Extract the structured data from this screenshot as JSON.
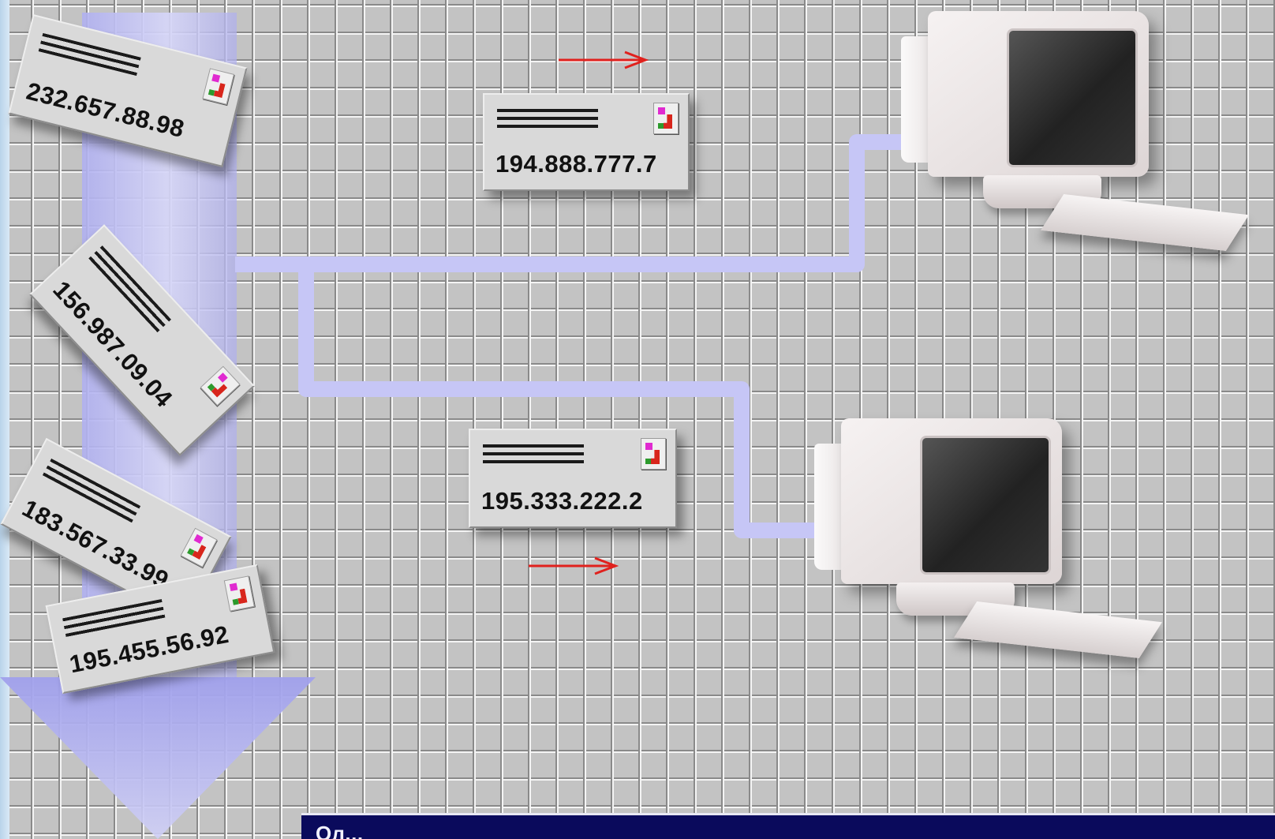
{
  "envelopes": [
    {
      "address": "232.657.88.98"
    },
    {
      "address": "156.987.09.04"
    },
    {
      "address": "183.567.33.99"
    },
    {
      "address": "195.455.56.92"
    },
    {
      "address": "194.888.777.7"
    },
    {
      "address": "195.333.222.2"
    }
  ],
  "caption": {
    "text": "Ол..."
  },
  "colors": {
    "grid_bg": "#c3c3c3",
    "flow": "#b4b4f0",
    "cable": "#c6c6f6",
    "arrow": "#e0211d",
    "caption_bg": "#0a0a5c"
  }
}
